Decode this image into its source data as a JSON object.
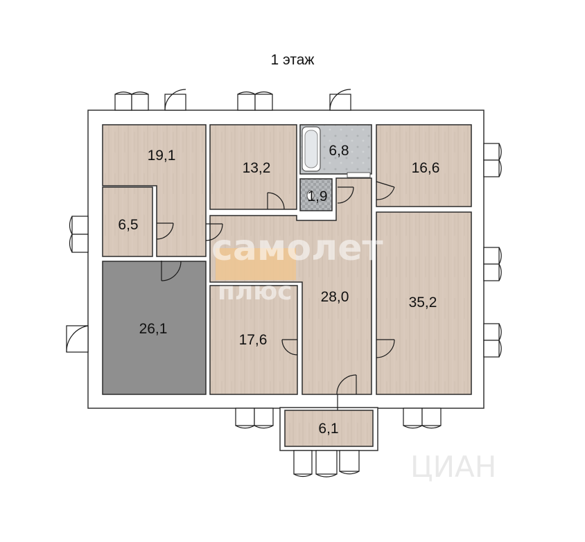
{
  "plan": {
    "title": "1 этаж",
    "rooms": [
      {
        "id": "room-19-1",
        "area": "19,1"
      },
      {
        "id": "room-13-2",
        "area": "13,2"
      },
      {
        "id": "room-6-8",
        "area": "6,8"
      },
      {
        "id": "room-16-6",
        "area": "16,6"
      },
      {
        "id": "room-1-9",
        "area": "1,9"
      },
      {
        "id": "room-6-5",
        "area": "6,5"
      },
      {
        "id": "room-26-1",
        "area": "26,1"
      },
      {
        "id": "room-28-0",
        "area": "28,0"
      },
      {
        "id": "room-35-2",
        "area": "35,2"
      },
      {
        "id": "room-17-6",
        "area": "17,6"
      },
      {
        "id": "room-6-1",
        "area": "6,1"
      }
    ],
    "watermarks": {
      "brand_main": "самолет",
      "brand_sub": "плюс",
      "corner": "ЦИАН"
    },
    "colors": {
      "room_fill": "#d7c6b8",
      "dark_room_fill": "#8f8f8f",
      "wall": "#ffffff",
      "wall_stroke": "#333333",
      "bath_fill": "#b9bcbf",
      "logo_bar": "#efc692"
    }
  }
}
